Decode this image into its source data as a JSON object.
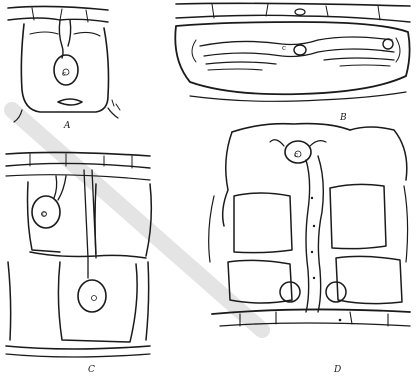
{
  "panels": [
    {
      "id": "A",
      "label": "A",
      "cell_label": "c"
    },
    {
      "id": "B",
      "label": "B",
      "cell_label": "c"
    },
    {
      "id": "C",
      "label": "C",
      "cell_label": "c"
    },
    {
      "id": "D",
      "label": "D",
      "cell_label": "c"
    }
  ],
  "colors": {
    "ink": "#1a1a1a",
    "background": "#ffffff",
    "watermark": "#d9d9d9"
  }
}
